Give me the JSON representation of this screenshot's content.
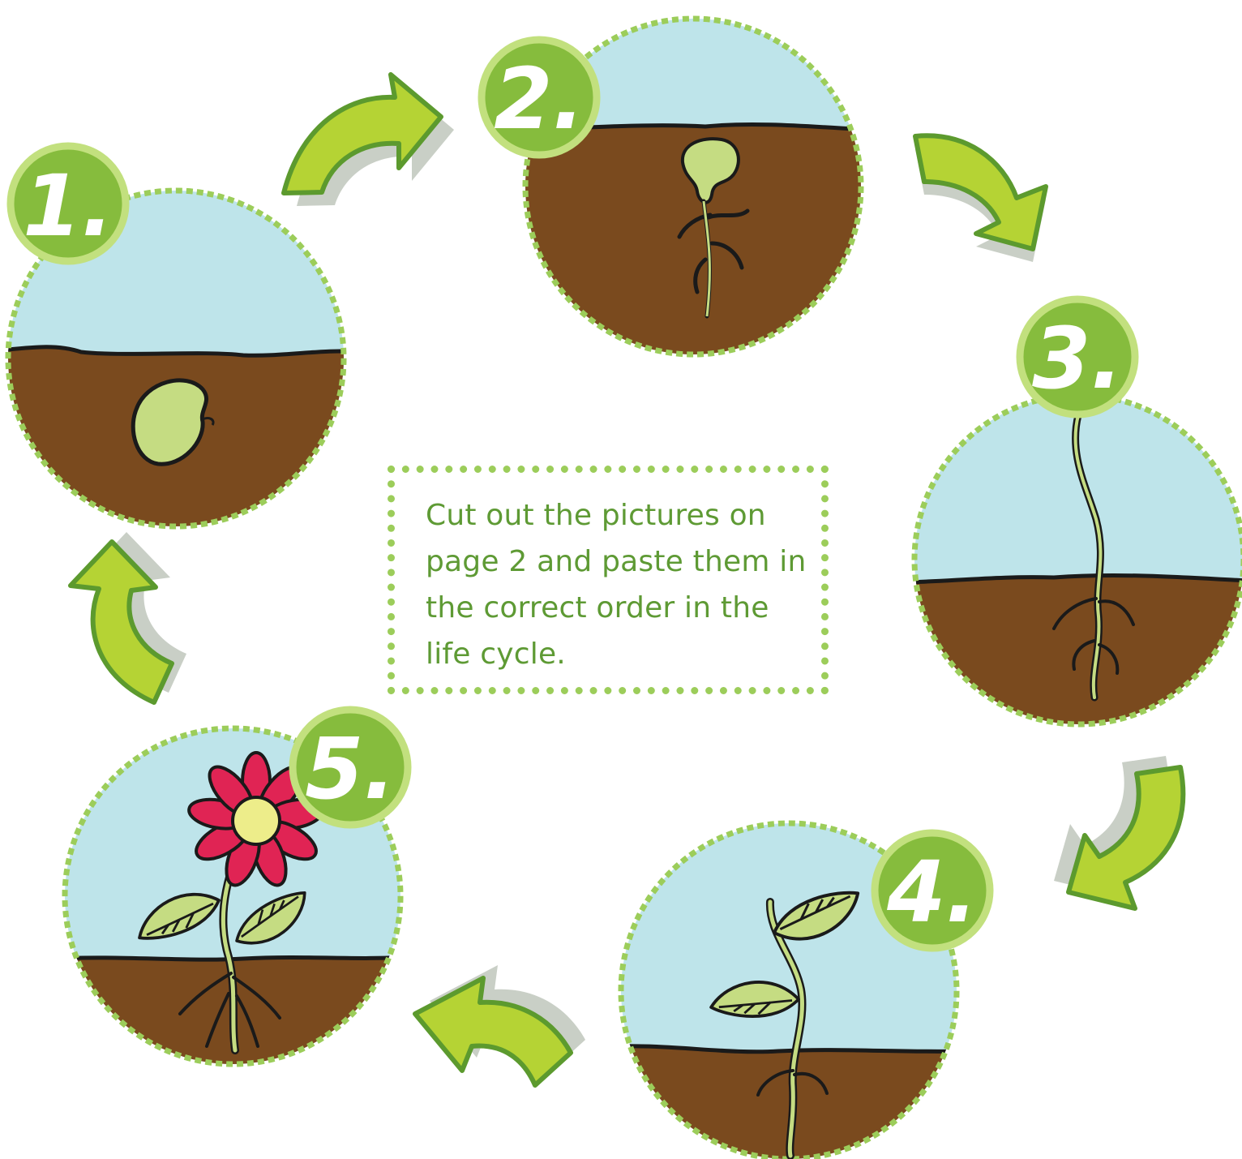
{
  "instruction": {
    "text": "Cut out the pictures on page 2 and paste them in the correct order in the life cycle."
  },
  "stages": [
    {
      "number": "1.",
      "depicts": "seed in soil"
    },
    {
      "number": "2.",
      "depicts": "germinating seed with root"
    },
    {
      "number": "3.",
      "depicts": "seedling stem emerging"
    },
    {
      "number": "4.",
      "depicts": "young plant with leaves"
    },
    {
      "number": "5.",
      "depicts": "flowering plant"
    }
  ],
  "colors": {
    "sky": "#bee4ea",
    "soil": "#7a4a1e",
    "badge": "#86bc3d",
    "badge_ring": "#c2e07e",
    "arrow": "#b5d334",
    "arrow_outline": "#5c9a2e",
    "border": "#9ccd5a",
    "text": "#5e9a34",
    "petal": "#e02454",
    "flower_center": "#eded8a",
    "plant": "#c5dc82"
  }
}
